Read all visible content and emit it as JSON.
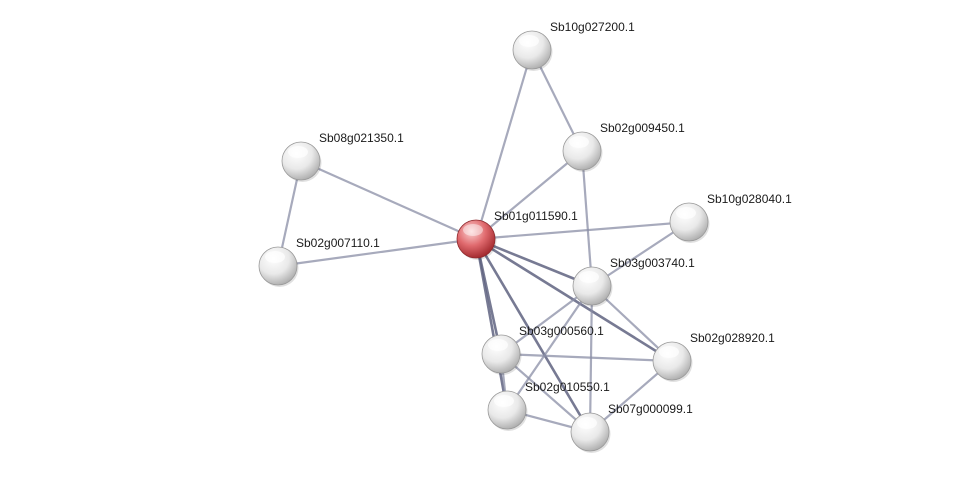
{
  "network": {
    "query_node": "Sb01g011590.1",
    "colors": {
      "query_node": "#d9434a",
      "node": "#d8d8d8",
      "edge": "#8a8da6",
      "edge_strong": "#5f6380",
      "label": "#1a1a1a"
    },
    "nodes": [
      {
        "id": "Sb01g011590.1",
        "label": "Sb01g011590.1",
        "query": true
      },
      {
        "id": "Sb10g027200.1",
        "label": "Sb10g027200.1"
      },
      {
        "id": "Sb02g009450.1",
        "label": "Sb02g009450.1"
      },
      {
        "id": "Sb08g021350.1",
        "label": "Sb08g021350.1"
      },
      {
        "id": "Sb10g028040.1",
        "label": "Sb10g028040.1"
      },
      {
        "id": "Sb02g007110.1",
        "label": "Sb02g007110.1"
      },
      {
        "id": "Sb03g003740.1",
        "label": "Sb03g003740.1"
      },
      {
        "id": "Sb03g000560.1",
        "label": "Sb03g000560.1"
      },
      {
        "id": "Sb02g028920.1",
        "label": "Sb02g028920.1"
      },
      {
        "id": "Sb02g010550.1",
        "label": "Sb02g010550.1"
      },
      {
        "id": "Sb07g000099.1",
        "label": "Sb07g000099.1"
      }
    ],
    "edges": [
      {
        "source": "Sb01g011590.1",
        "target": "Sb10g027200.1",
        "strong": false
      },
      {
        "source": "Sb01g011590.1",
        "target": "Sb02g009450.1",
        "strong": false
      },
      {
        "source": "Sb01g011590.1",
        "target": "Sb08g021350.1",
        "strong": false
      },
      {
        "source": "Sb01g011590.1",
        "target": "Sb02g007110.1",
        "strong": false
      },
      {
        "source": "Sb01g011590.1",
        "target": "Sb10g028040.1",
        "strong": false
      },
      {
        "source": "Sb01g011590.1",
        "target": "Sb03g003740.1",
        "strong": true
      },
      {
        "source": "Sb01g011590.1",
        "target": "Sb03g000560.1",
        "strong": true
      },
      {
        "source": "Sb01g011590.1",
        "target": "Sb02g010550.1",
        "strong": true
      },
      {
        "source": "Sb01g011590.1",
        "target": "Sb07g000099.1",
        "strong": true
      },
      {
        "source": "Sb01g011590.1",
        "target": "Sb02g028920.1",
        "strong": true
      },
      {
        "source": "Sb10g027200.1",
        "target": "Sb02g009450.1",
        "strong": false
      },
      {
        "source": "Sb08g021350.1",
        "target": "Sb02g007110.1",
        "strong": false
      },
      {
        "source": "Sb02g009450.1",
        "target": "Sb03g003740.1",
        "strong": false
      },
      {
        "source": "Sb10g028040.1",
        "target": "Sb03g003740.1",
        "strong": false
      },
      {
        "source": "Sb03g003740.1",
        "target": "Sb03g000560.1",
        "strong": false
      },
      {
        "source": "Sb03g003740.1",
        "target": "Sb02g010550.1",
        "strong": false
      },
      {
        "source": "Sb03g003740.1",
        "target": "Sb07g000099.1",
        "strong": false
      },
      {
        "source": "Sb03g003740.1",
        "target": "Sb02g028920.1",
        "strong": false
      },
      {
        "source": "Sb03g000560.1",
        "target": "Sb07g000099.1",
        "strong": false
      },
      {
        "source": "Sb03g000560.1",
        "target": "Sb02g010550.1",
        "strong": false
      },
      {
        "source": "Sb02g010550.1",
        "target": "Sb07g000099.1",
        "strong": false
      },
      {
        "source": "Sb02g028920.1",
        "target": "Sb07g000099.1",
        "strong": false
      },
      {
        "source": "Sb02g028920.1",
        "target": "Sb03g000560.1",
        "strong": false
      }
    ]
  }
}
